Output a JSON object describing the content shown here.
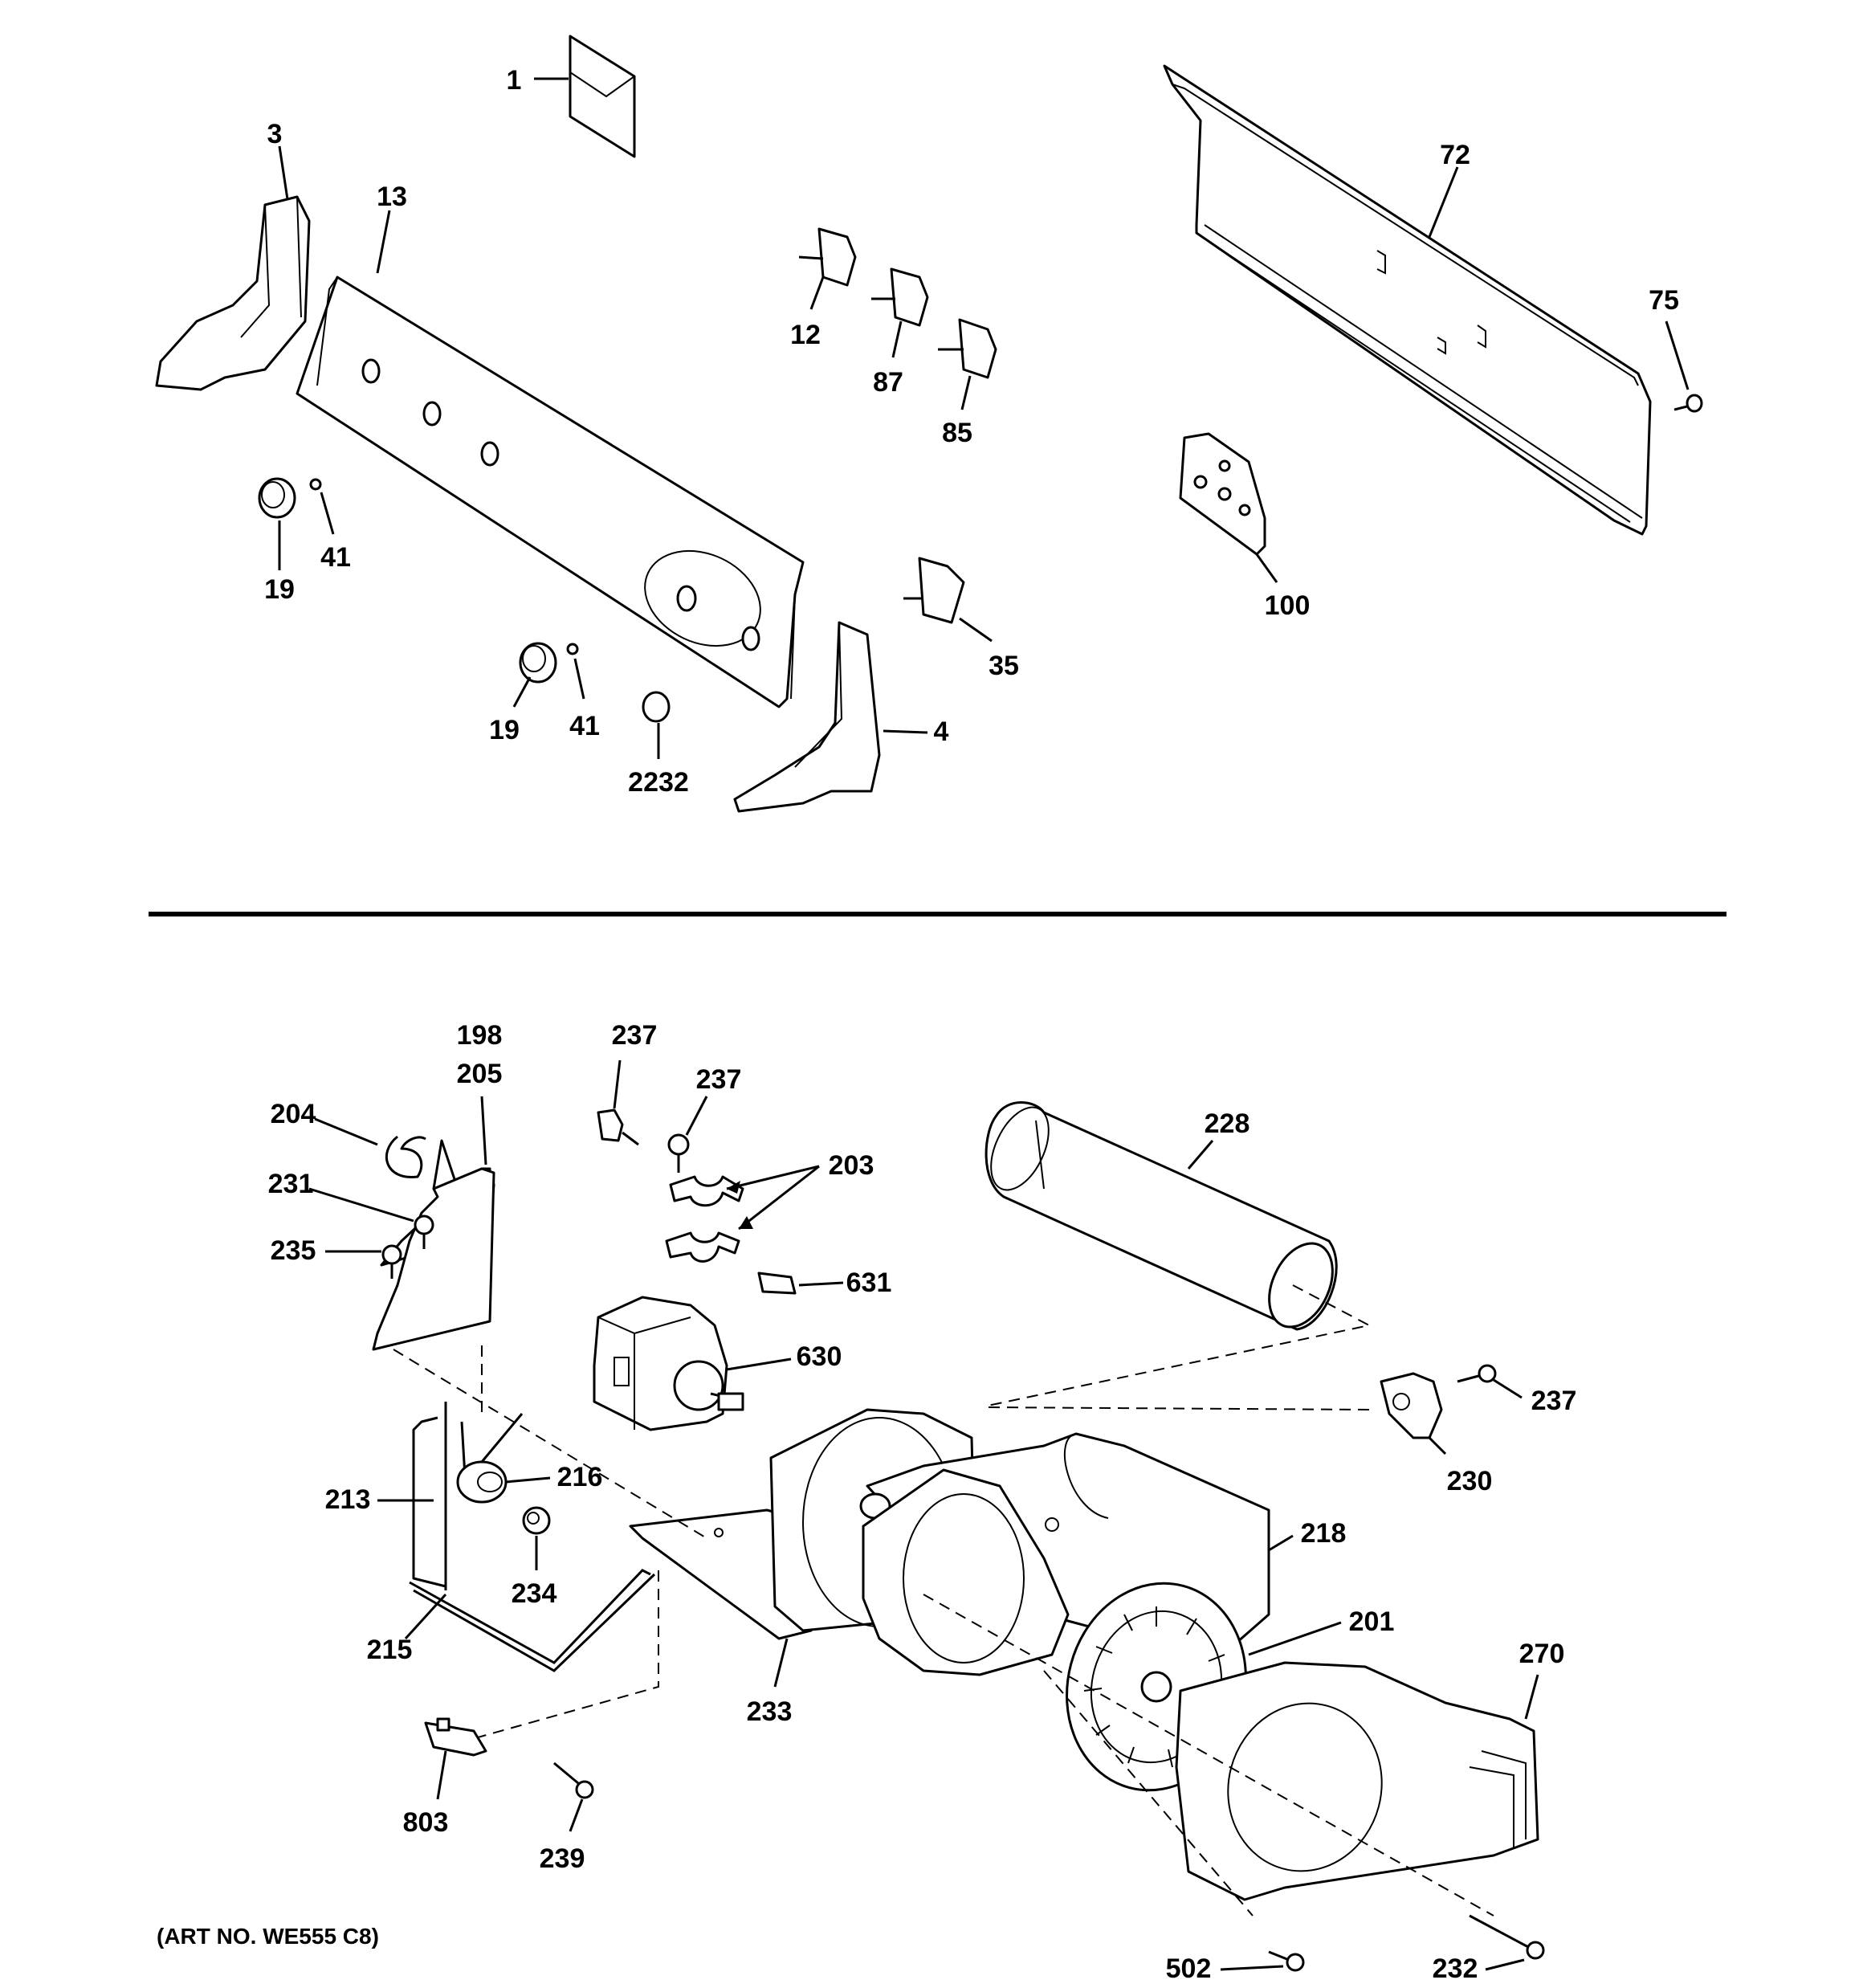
{
  "labels": {
    "p1": "1",
    "p3": "3",
    "p13": "13",
    "p12": "12",
    "p87": "87",
    "p85": "85",
    "p72": "72",
    "p75": "75",
    "p100": "100",
    "p19a": "19",
    "p41a": "41",
    "p35": "35",
    "p19b": "19",
    "p41b": "41",
    "p2232": "2232",
    "p4": "4",
    "p198": "198",
    "p205": "205",
    "p204": "204",
    "p231": "231",
    "p235": "235",
    "p237a": "237",
    "p237b": "237",
    "p203": "203",
    "p228": "228",
    "p631": "631",
    "p630": "630",
    "p237c": "237",
    "p230": "230",
    "p216": "216",
    "p213": "213",
    "p234": "234",
    "p218": "218",
    "p201": "201",
    "p270": "270",
    "p215": "215",
    "p233": "233",
    "p803": "803",
    "p239": "239",
    "p502": "502",
    "p232": "232"
  },
  "art_number": "(ART NO. WE555 C8)",
  "colors": {
    "line": "#000000",
    "background": "#ffffff"
  }
}
